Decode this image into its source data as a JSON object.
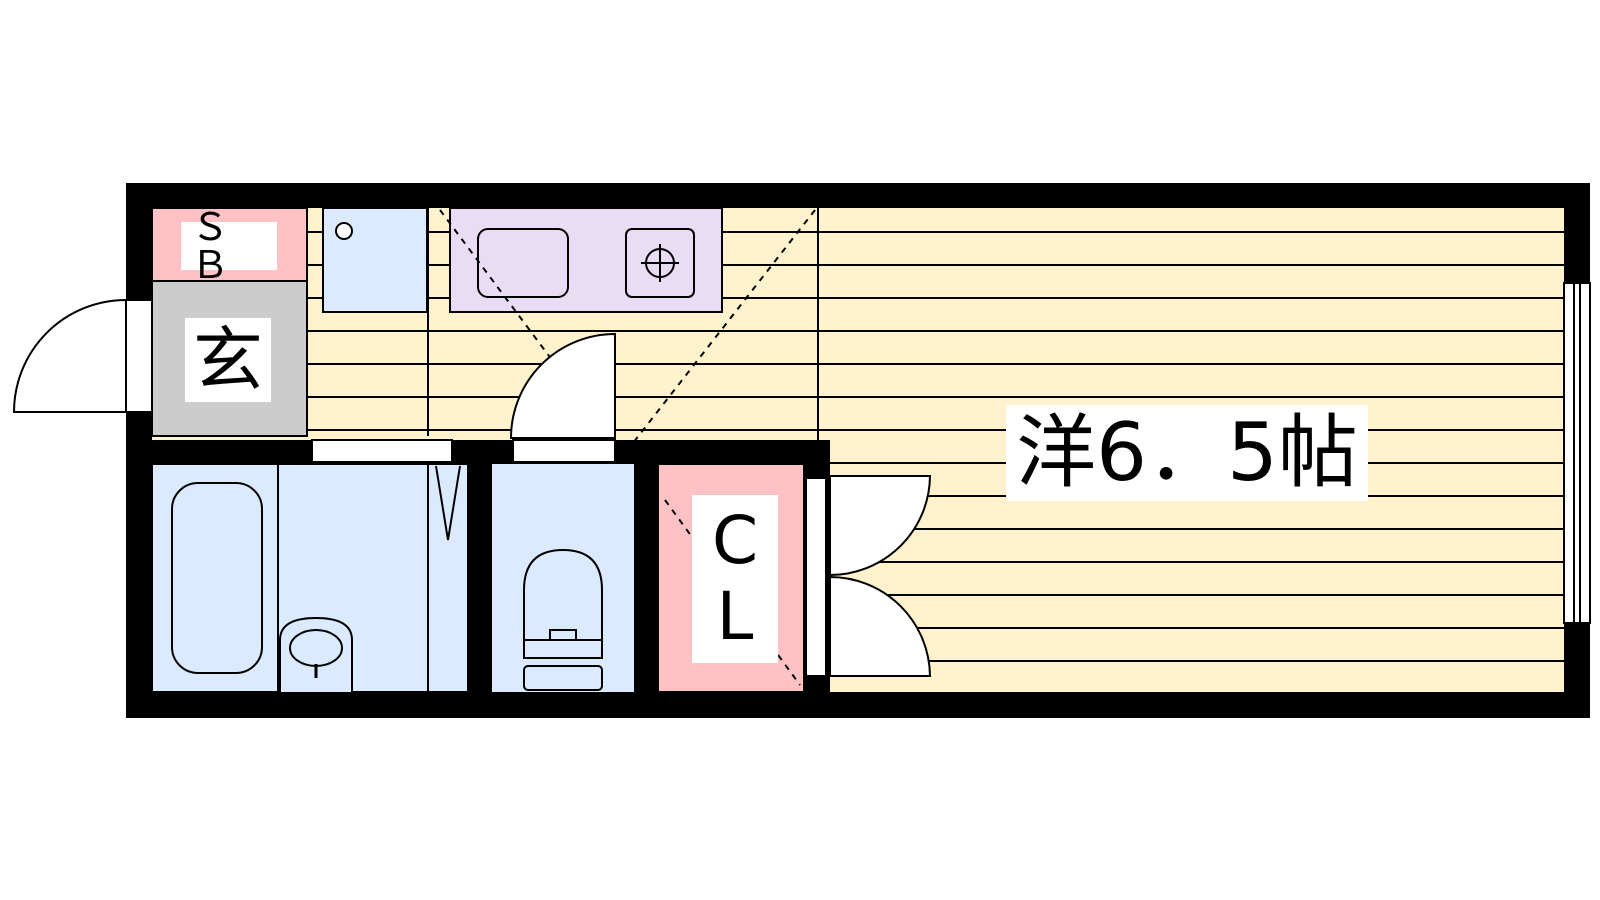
{
  "labels": {
    "shoe_box": "ＳＢ",
    "entrance": "玄",
    "western_room": "洋6．5帖",
    "closet_line1": "C",
    "closet_line2": "L"
  },
  "colors": {
    "wall": "#000000",
    "wood_floor": "#fff2cc",
    "wet_area": "#dbeaff",
    "kitchen": "#e9dcf5",
    "shoe_box_fill": "#ffc2c4",
    "entrance_floor": "#cccccc",
    "closet_fill": "#ffc2c4"
  }
}
